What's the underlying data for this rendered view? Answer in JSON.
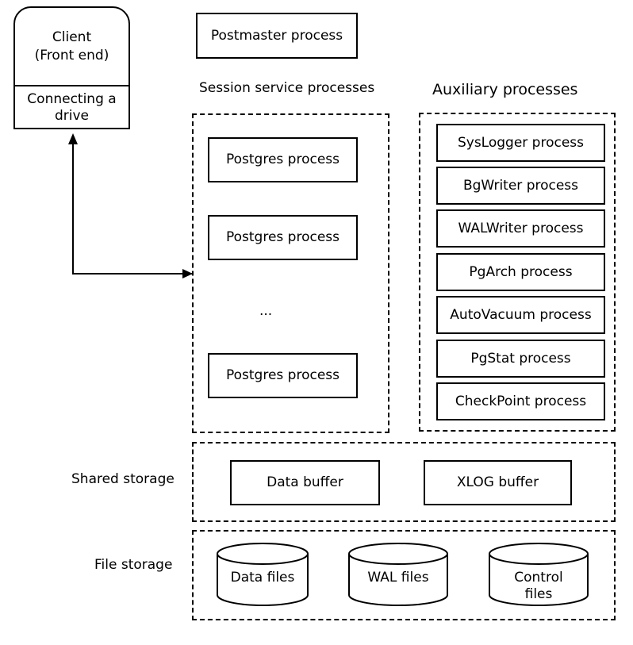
{
  "client": {
    "title_line1": "Client",
    "title_line2": "(Front end)",
    "drive_line1": "Connecting a",
    "drive_line2": "drive"
  },
  "postmaster": {
    "label": "Postmaster process"
  },
  "session": {
    "title": "Session service processes",
    "processes": [
      "Postgres process",
      "Postgres process",
      "Postgres process"
    ],
    "ellipsis": "..."
  },
  "auxiliary": {
    "title": "Auxiliary processes",
    "processes": [
      "SysLogger process",
      "BgWriter process",
      "WALWriter process",
      "PgArch process",
      "AutoVacuum process",
      "PgStat process",
      "CheckPoint process"
    ]
  },
  "shared_storage": {
    "title": "Shared storage",
    "buffers": [
      "Data buffer",
      "XLOG buffer"
    ]
  },
  "file_storage": {
    "title": "File storage",
    "files": [
      {
        "line1": "Data files",
        "line2": ""
      },
      {
        "line1": "WAL files",
        "line2": ""
      },
      {
        "line1": "Control",
        "line2": "files"
      }
    ]
  }
}
